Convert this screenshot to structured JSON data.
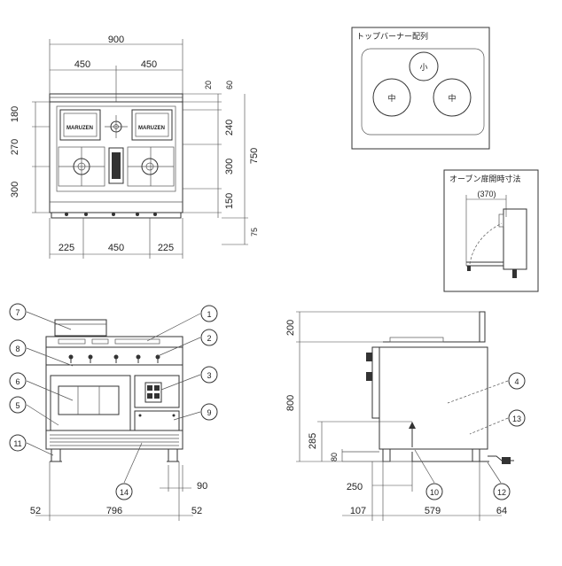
{
  "top_view": {
    "overall_width": "900",
    "half_widths": [
      "450",
      "450"
    ],
    "bottom_widths": [
      "225",
      "450",
      "225"
    ],
    "left_depths": [
      "180",
      "270",
      "300"
    ],
    "right_depths": [
      "20",
      "60",
      "240",
      "300",
      "150"
    ],
    "overall_depth": "750",
    "bottom_depth": "75",
    "brand_labels": [
      "MARUZEN",
      "MARUZEN"
    ]
  },
  "burner_layout": {
    "title": "トップバーナー配列",
    "burners": [
      "小",
      "中",
      "中"
    ]
  },
  "oven_door": {
    "title": "オーブン扉開時寸法",
    "dimension": "(370)"
  },
  "front_view": {
    "callouts": [
      "7",
      "8",
      "6",
      "5",
      "11",
      "1",
      "2",
      "3",
      "9",
      "14"
    ],
    "bottom_dims": [
      "52",
      "796",
      "52"
    ],
    "side_dim": "90"
  },
  "side_view": {
    "heights": [
      "200",
      "800",
      "285",
      "80"
    ],
    "offset_dim": "250",
    "bottom_dims": [
      "107",
      "579",
      "64"
    ],
    "callouts": [
      "4",
      "13",
      "10",
      "12"
    ]
  }
}
